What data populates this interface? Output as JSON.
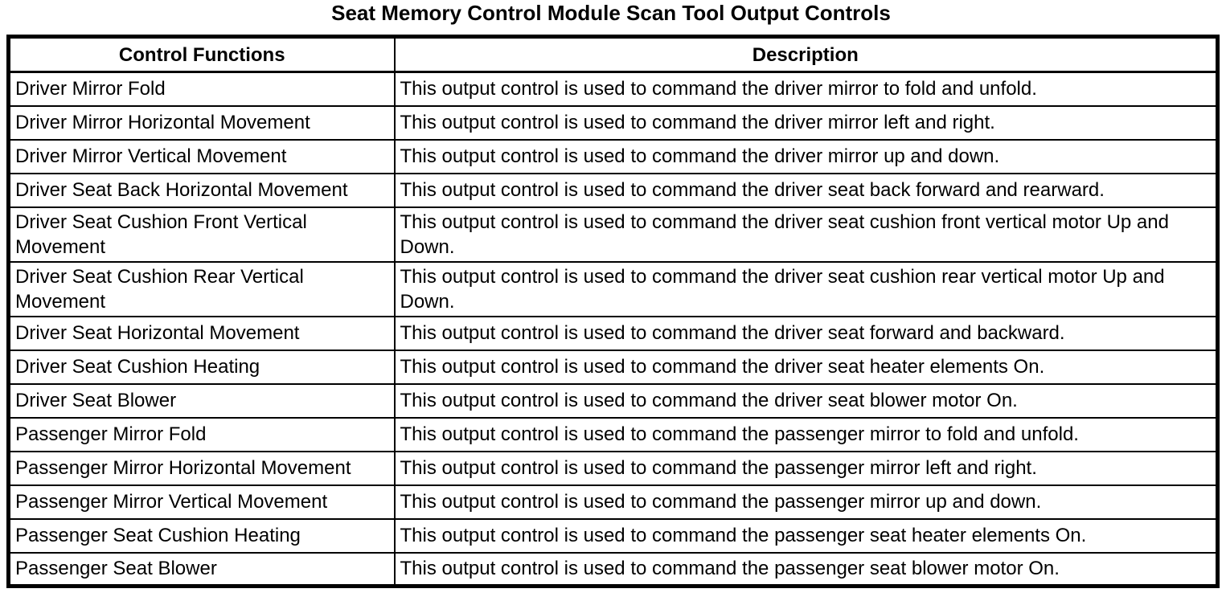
{
  "title": "Seat Memory Control Module Scan Tool Output Controls",
  "colors": {
    "border": "#000000",
    "text": "#000000",
    "background": "#ffffff"
  },
  "table": {
    "columns": [
      "Control Functions",
      "Description"
    ],
    "rows": [
      {
        "control": "Driver Mirror Fold",
        "description": "This output control is used to command the driver mirror to fold and unfold."
      },
      {
        "control": "Driver Mirror Horizontal Movement",
        "description": "This output control is used to command the driver mirror left and right."
      },
      {
        "control": "Driver Mirror Vertical Movement",
        "description": "This output control is used to command the driver mirror up and down."
      },
      {
        "control": "Driver Seat Back Horizontal Movement",
        "description": "This output control is used to command the driver seat back forward and rearward."
      },
      {
        "control": "Driver Seat Cushion Front Vertical Movement",
        "description": "This output control is used to command the driver seat cushion front vertical motor Up and Down."
      },
      {
        "control": "Driver Seat Cushion Rear Vertical Movement",
        "description": "This output control is used to command the driver seat cushion rear vertical motor Up and Down."
      },
      {
        "control": "Driver Seat Horizontal Movement",
        "description": "This output control is used to command the driver seat forward and backward."
      },
      {
        "control": "Driver Seat Cushion Heating",
        "description": "This output control is used to command the driver seat heater elements On."
      },
      {
        "control": "Driver Seat Blower",
        "description": "This output control is used to command the driver seat blower motor On."
      },
      {
        "control": "Passenger Mirror Fold",
        "description": "This output control is used to command the passenger mirror to fold and unfold."
      },
      {
        "control": "Passenger Mirror Horizontal Movement",
        "description": "This output control is used to command the passenger mirror left and right."
      },
      {
        "control": "Passenger Mirror Vertical Movement",
        "description": "This output control is used to command the passenger mirror up and down."
      },
      {
        "control": "Passenger Seat Cushion Heating",
        "description": "This output control is used to command the passenger seat heater elements On."
      },
      {
        "control": "Passenger Seat Blower",
        "description": "This output control is used to command the passenger seat blower motor On."
      }
    ]
  }
}
